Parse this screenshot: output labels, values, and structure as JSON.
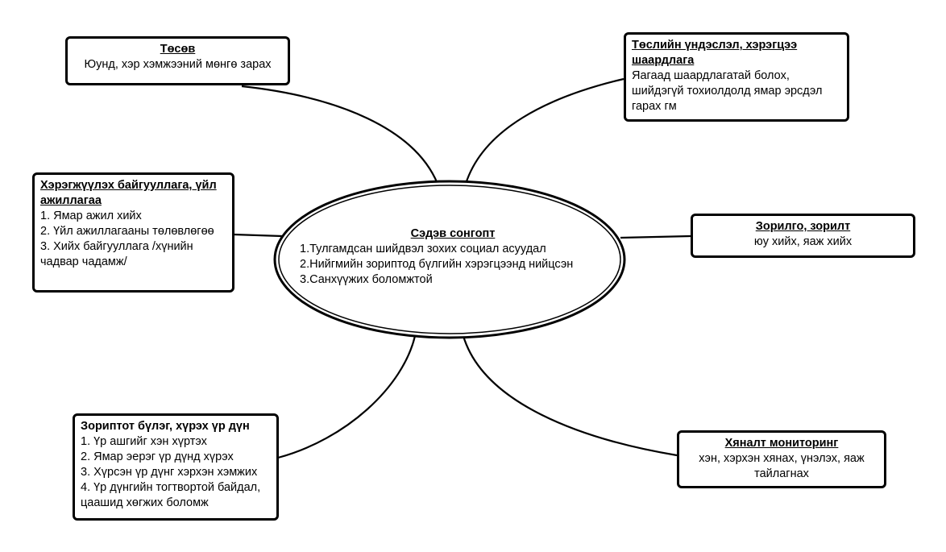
{
  "center": {
    "title": "Сэдэв сонгопт",
    "items": [
      "1.Тулгамдсан шийдвэл зохих социал асуудал",
      "2.Нийгмийн зориптод бүлгийн хэрэгцээнд нийцсэн",
      "3.Санхүүжих боломжтой"
    ]
  },
  "boxes": {
    "budget": {
      "title": "Төсөв",
      "lines": [
        "Юунд, хэр хэмжээний мөнгө зарах"
      ]
    },
    "rationale": {
      "title": "Төслийн үндэслэл, хэрэгцээ шаардлага",
      "lines": [
        "Яагаад шаардлагатай болох, шийдэгүй тохиолдолд ямар эрсдэл гарах гм"
      ]
    },
    "implementation": {
      "title": "Хэрэгжүүлэх байгууллага, үйл ажиллагаа",
      "lines": [
        "1. Ямар ажил хийх",
        "2. Үйл ажиллагааны төлөвлөгөө",
        "3. Хийх байгууллага /хүнийн чадвар чадамж/"
      ]
    },
    "goals": {
      "title": "Зорилго, зорилт",
      "lines": [
        "юу хийх, яаж хийх"
      ]
    },
    "target": {
      "title": "Зориптот бүлэг, хүрэх үр дүн",
      "lines": [
        "1. Үр ашгийг хэн хүртэх",
        "2. Ямар эерэг үр дүнд хүрэх",
        "3. Хүрсэн үр дүнг хэрхэн хэмжих",
        "4. Үр дүнгийн тогтвортой байдал, цаашид хөгжих боломж"
      ]
    },
    "monitoring": {
      "title": "Хяналт мониторинг",
      "lines": [
        "хэн, хэрхэн хянах, үнэлэх, яаж тайлагнах"
      ]
    }
  }
}
